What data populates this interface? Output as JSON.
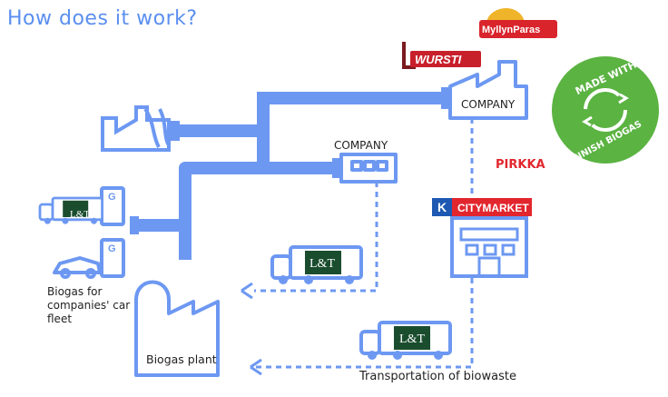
{
  "title": "How does it work?",
  "labels": {
    "company_top": "COMPANY",
    "company_mid": "COMPANY",
    "pirkka": "PIRKKA",
    "biogas_fleet": "Biogas for companies' car fleet",
    "biogas_plant": "Biogas plant",
    "transportation": "Transportation of biowaste"
  },
  "logos": {
    "myllyn_paras": "MyllynParas",
    "wursti": "WURSTI",
    "citymarket_k": "K",
    "citymarket": "CITYMARKET",
    "truck_brand": "L&T",
    "badge_line1": "MADE WITH",
    "badge_line2": "FINNISH BIOGAS",
    "fuel_g": "G"
  },
  "colors": {
    "pipe": "#6d98f2",
    "dash": "#6d98f2",
    "title": "#5b8ff0",
    "badge": "#5bb342",
    "truck_box": "#1a4d2e",
    "k_blue": "#1d59b2",
    "red": "#e2262e"
  }
}
